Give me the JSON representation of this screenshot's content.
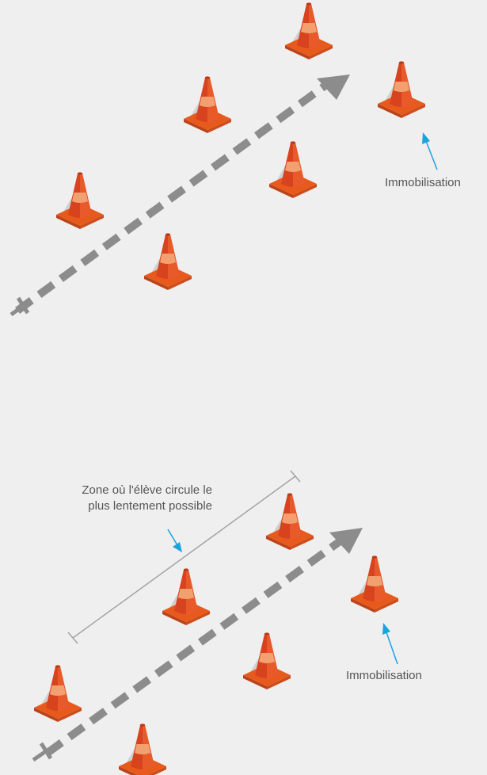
{
  "diagrams": [
    {
      "name": "top",
      "cones": 6,
      "stop_label": "Immobilisation"
    },
    {
      "name": "bottom",
      "cones": 6,
      "stop_label": "Immobilisation",
      "zone_label_line1": "Zone où l'élève circule le",
      "zone_label_line2": "plus lentement possible"
    }
  ],
  "colors": {
    "background": "#efefef",
    "path": "#8c8c8c",
    "cone_base": "#e85a1c",
    "cone_body": "#d8431f",
    "cone_stripe": "#f2a070",
    "pointer": "#1aa3dd",
    "bracket": "#a3a3a3",
    "label_text": "#555555"
  },
  "icons": [
    "traffic-cone-icon",
    "dashed-path-arrow",
    "pointer-arrow"
  ]
}
